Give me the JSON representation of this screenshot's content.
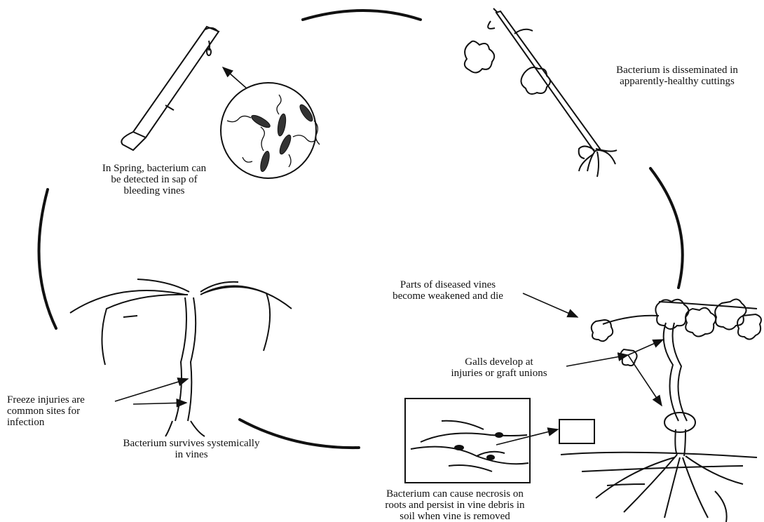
{
  "diagram": {
    "stages": [
      {
        "id": "spring",
        "text": "In Spring, bacterium can\nbe detected in sap of\nbleeding vines"
      },
      {
        "id": "disseminated",
        "text": "Bacterium is disseminated in\napparently-healthy cuttings"
      },
      {
        "id": "weakened",
        "text": "Parts of diseased vines\nbecome weakened and die"
      },
      {
        "id": "galls",
        "text": "Galls  develop at\ninjuries or graft unions"
      },
      {
        "id": "necrosis",
        "text": "Bacterium can cause necrosis on\nroots and persist in vine debris in\nsoil when vine is removed"
      },
      {
        "id": "survives",
        "text": "Bacterium survives systemically\nin vines"
      },
      {
        "id": "freeze",
        "text": "Freeze injuries are\ncommon sites for\ninfection"
      }
    ]
  }
}
